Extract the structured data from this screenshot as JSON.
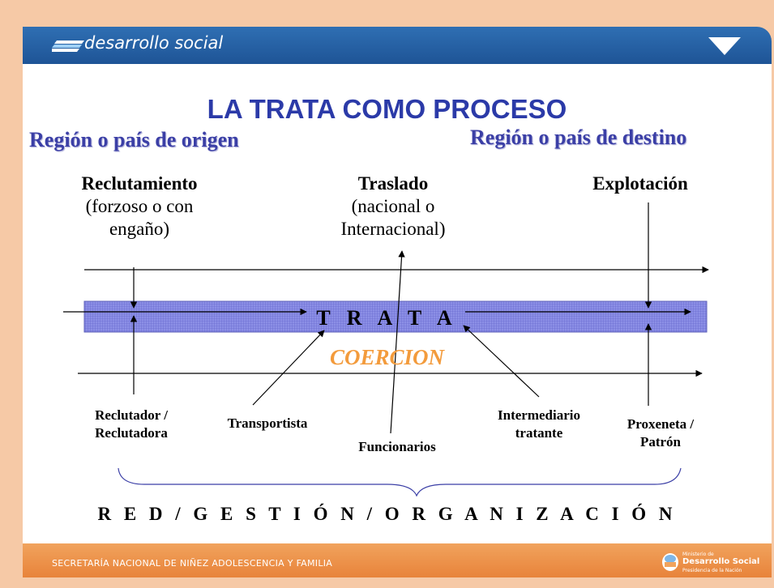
{
  "header": {
    "brand": "desarrollo social"
  },
  "title": "LA TRATA COMO PROCESO",
  "regions": {
    "origin": "Región o país de origen",
    "destination": "Región o país de destino"
  },
  "stages": [
    {
      "name": "Reclutamiento",
      "detail_line1": "(forzoso o con",
      "detail_line2": "engaño)"
    },
    {
      "name": "Traslado",
      "detail_line1": "(nacional o",
      "detail_line2": "Internacional)"
    },
    {
      "name": "Explotación"
    }
  ],
  "band_label": "T R A T A",
  "coercion_label": "COERCION",
  "actors": {
    "recruiter_line1": "Reclutador /",
    "recruiter_line2": "Reclutadora",
    "transporter": "Transportista",
    "officials": "Funcionarios",
    "intermediary_line1": "Intermediario",
    "intermediary_line2": "tratante",
    "pimp_line1": "Proxeneta /",
    "pimp_line2": "Patrón"
  },
  "network_label": "R E D / G E S T I Ó N / O R G A N I Z A C I Ó N",
  "footer": {
    "secretariat": "SECRETARÍA NACIONAL DE NIÑEZ ADOLESCENCIA Y FAMILIA",
    "ministry_small": "Ministerio de",
    "ministry_name": "Desarrollo Social",
    "ministry_sub": "Presidencia de la Nación"
  },
  "colors": {
    "title": "#2b3aa8",
    "region": "#3b3fa6",
    "header_band": "#1e5496",
    "footer_band": "#e8833a",
    "coercion": "#f39b3c",
    "band_fill": "#8c8fe6"
  }
}
